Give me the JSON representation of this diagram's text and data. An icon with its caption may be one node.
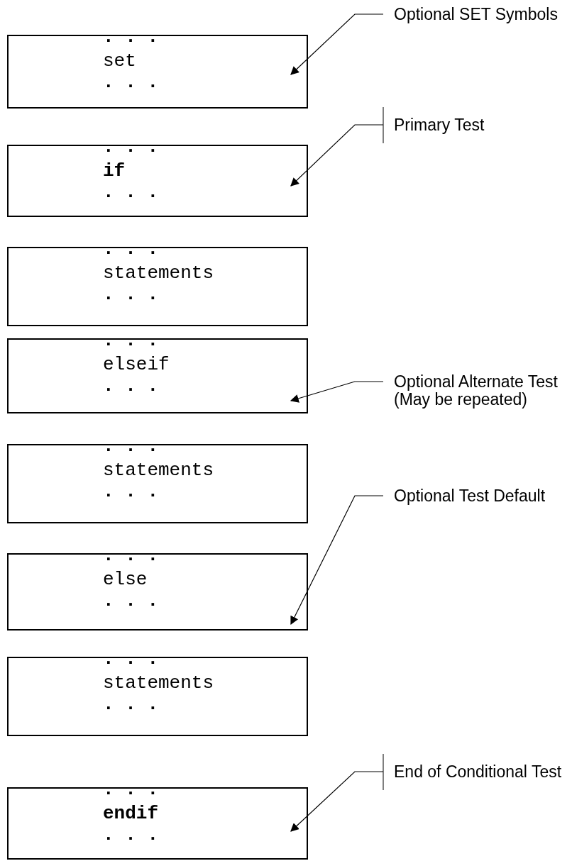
{
  "diagram": {
    "nodes": [
      {
        "text": [
          ". . .",
          "set",
          ". . ."
        ]
      },
      {
        "text": [
          ". . .",
          "**if**",
          ". . ."
        ]
      },
      {
        "text": [
          ". . .",
          "statements",
          ". . ."
        ]
      },
      {
        "text": [
          ". . .",
          "elseif",
          ". . ."
        ]
      },
      {
        "text": [
          ". . .",
          "statements",
          ". . ."
        ]
      },
      {
        "text": [
          ". . .",
          "else",
          ". . ."
        ]
      },
      {
        "text": [
          ". . .",
          "statements",
          ". . ."
        ]
      },
      {
        "text": [
          ". . .",
          "**endif**",
          ". . ."
        ]
      },
      {
        "text": [
          "Optional SET Symbols"
        ]
      },
      {
        "text": [
          "Primary Test"
        ]
      },
      {
        "text": [
          "Optional Alternate Test (May be repeated)"
        ]
      },
      {
        "text": [
          "Optional Test Default"
        ]
      },
      {
        "text": [
          "End of Conditional Test"
        ]
      }
    ],
    "edges": [
      {
        "from": 8,
        "to": 0,
        "arrow": "to"
      },
      {
        "from": 9,
        "to": 1,
        "arrow": "to"
      },
      {
        "from": 10,
        "to": 3,
        "arrow": "to"
      },
      {
        "from": 11,
        "to": 5,
        "arrow": "to"
      },
      {
        "from": 12,
        "to": 7,
        "arrow": "to"
      }
    ]
  }
}
